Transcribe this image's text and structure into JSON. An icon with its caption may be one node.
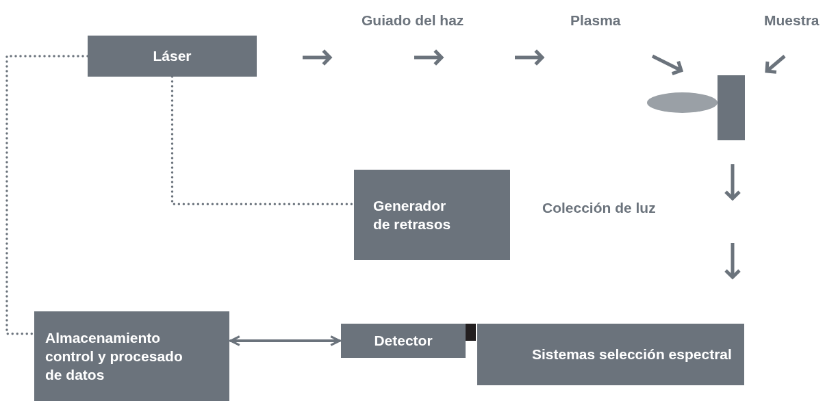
{
  "diagram": {
    "nodes": [
      {
        "text": [
          "Láser"
        ]
      },
      {
        "text": [
          "Guiado del haz"
        ]
      },
      {
        "text": [
          "Plasma"
        ]
      },
      {
        "text": [
          "Muestra"
        ]
      },
      {
        "text": [],
        "shape": "ellipse"
      },
      {
        "text": [],
        "shape": "bar"
      },
      {
        "text": [
          "Colección de luz"
        ]
      },
      {
        "text": [
          "Generador de retrasos"
        ]
      },
      {
        "text": [
          "Almacenamiento control y procesado de datos"
        ]
      },
      {
        "text": [
          "Detector"
        ]
      },
      {
        "text": [
          "Sistemas selección espectral"
        ]
      }
    ],
    "edges": [
      {
        "from": 0,
        "to": 7,
        "arrow": "none",
        "style": "dashed"
      },
      {
        "from": 0,
        "to": 8,
        "arrow": "none",
        "style": "dashed"
      },
      {
        "from": 8,
        "to": 9,
        "arrow": "both"
      }
    ]
  }
}
